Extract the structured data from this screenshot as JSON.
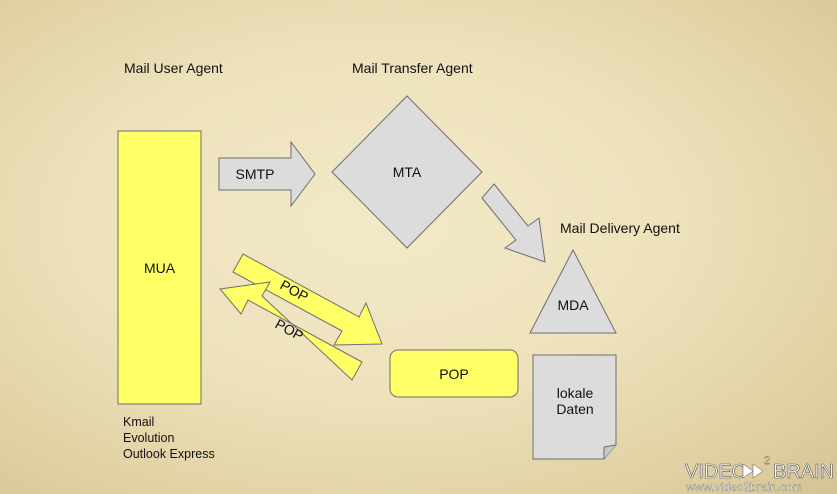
{
  "labels": {
    "mail_user_agent": "Mail User Agent",
    "mail_transfer_agent": "Mail Transfer Agent",
    "mail_delivery_agent": "Mail Delivery Agent"
  },
  "nodes": {
    "mua": "MUA",
    "mta": "MTA",
    "mda": "MDA",
    "pop_server": "POP",
    "local_data_line1": "lokale",
    "local_data_line2": "Daten"
  },
  "arrows": {
    "smtp": "SMTP",
    "pop_down": "POP",
    "pop_up": "POP"
  },
  "clients": [
    "Kmail",
    "Evolution",
    "Outlook Express"
  ],
  "watermark": {
    "brand_left": "VIDEO",
    "brand_sup": "2",
    "brand_right": "BRAIN",
    "url": "www.video2brain.com"
  },
  "colors": {
    "yellow": "#ffff66",
    "gray": "#dcdcdc",
    "stroke": "#6e6e6e"
  }
}
